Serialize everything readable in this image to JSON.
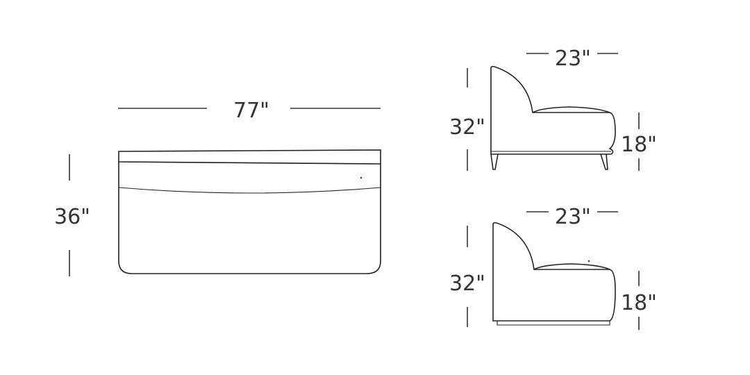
{
  "top_view": {
    "width_label": "77\"",
    "depth_label": "36\""
  },
  "side_view_legs": {
    "depth_label": "23\"",
    "height_label": "32\"",
    "seat_height_label": "18\""
  },
  "side_view_plinth": {
    "depth_label": "23\"",
    "height_label": "32\"",
    "seat_height_label": "18\""
  }
}
